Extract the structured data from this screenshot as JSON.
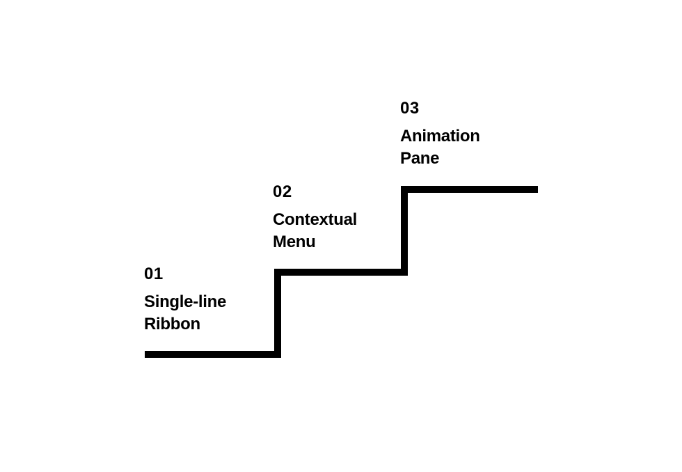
{
  "colors": {
    "line": "#000000",
    "text": "#000000",
    "background": "#ffffff"
  },
  "steps": [
    {
      "number": "01",
      "title_lines": [
        "Single-line",
        "Ribbon"
      ]
    },
    {
      "number": "02",
      "title_lines": [
        "Contextual",
        "Menu"
      ]
    },
    {
      "number": "03",
      "title_lines": [
        "Animation",
        "Pane"
      ]
    }
  ]
}
